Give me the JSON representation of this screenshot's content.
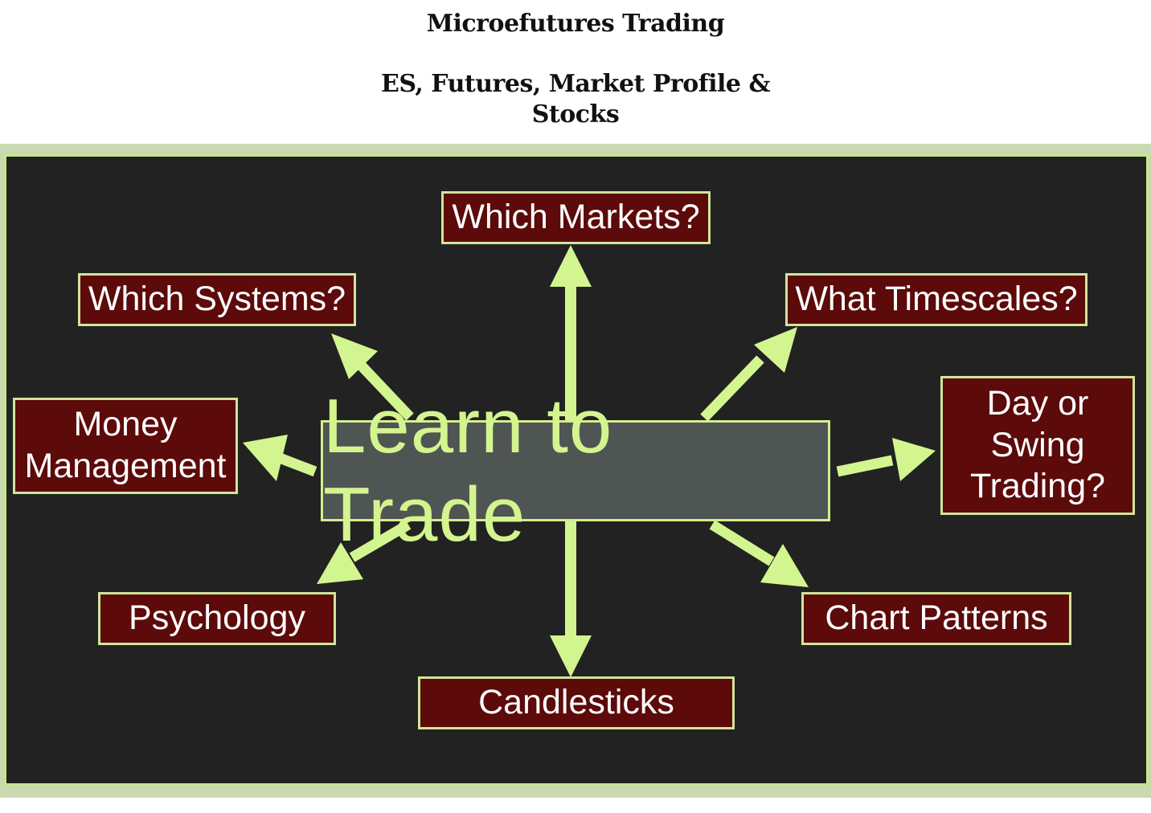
{
  "header": {
    "title": "Microefutures Trading",
    "subtitle": "ES, Futures, Market Profile & Stocks"
  },
  "diagram": {
    "center": "Learn to Trade",
    "nodes": {
      "markets": "Which Markets?",
      "systems": "Which Systems?",
      "timescales": "What Timescales?",
      "money_line1": "Money",
      "money_line2": "Management",
      "day_line1": "Day or",
      "day_line2": "Swing",
      "day_line3": "Trading?",
      "psychology": "Psychology",
      "chart_patterns": "Chart Patterns",
      "candlesticks": "Candlesticks"
    },
    "colors": {
      "background": "#222222",
      "node_fill": "#5c0a0a",
      "node_border": "#cfe59a",
      "center_fill": "#4f5553",
      "arrow": "#d3f58f",
      "center_text": "#d4f48f"
    }
  }
}
